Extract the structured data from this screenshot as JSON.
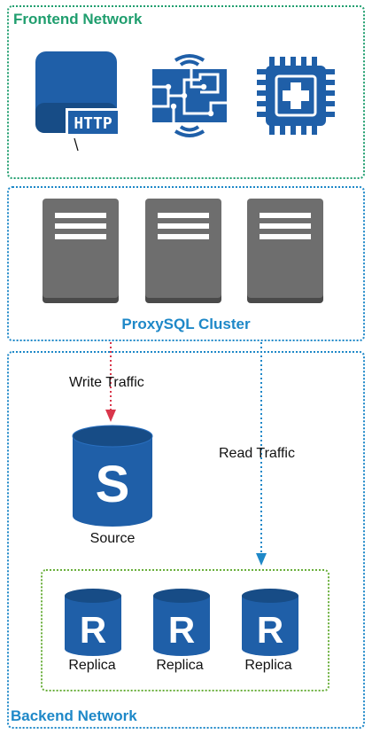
{
  "groups": {
    "frontend": "Frontend Network",
    "proxysql": "ProxySQL Cluster",
    "backend": "Backend Network"
  },
  "frontend_icons": {
    "web_server_badge": "HTTP",
    "icons": [
      "http-server-icon",
      "iot-circuit-icon",
      "cpu-chip-plus-icon"
    ]
  },
  "proxysql_nodes": [
    "server-icon",
    "server-icon",
    "server-icon"
  ],
  "edges": {
    "write": "Write Traffic",
    "read": "Read Traffic"
  },
  "source": {
    "letter": "S",
    "label": "Source"
  },
  "replicas": [
    {
      "letter": "R",
      "label": "Replica"
    },
    {
      "letter": "R",
      "label": "Replica"
    },
    {
      "letter": "R",
      "label": "Replica"
    }
  ],
  "colors": {
    "frontend_accent": "#1f9e6e",
    "proxy_accent": "#1e88c8",
    "replica_group": "#6aaf3c",
    "db_blue": "#1f5fa8",
    "server_gray": "#6e6e6e",
    "write_arrow": "#d9364b",
    "read_arrow": "#1e88c8"
  }
}
